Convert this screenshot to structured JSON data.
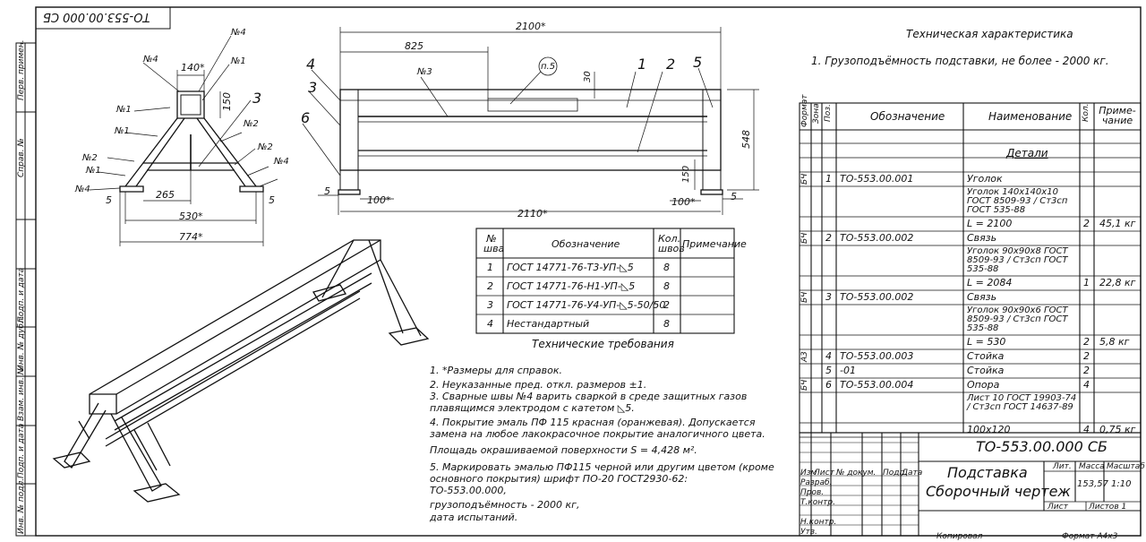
{
  "stamp_code": "ТО-553.00.000 СБ",
  "side_labels": [
    "Перв. примен.",
    "Справ. №",
    "Подп. и дата",
    "Инв. № дубл.",
    "Взам. инв. №",
    "Подп. и дата",
    "Инв. № подл."
  ],
  "front_view": {
    "dims": [
      "140*",
      "150",
      "265",
      "530*",
      "774*",
      "5",
      "5"
    ],
    "weld_marks": [
      "№4",
      "№4",
      "№1",
      "№1",
      "№2",
      "№2",
      "№2",
      "№1",
      "№1",
      "№4",
      "№4"
    ],
    "part_label": "3"
  },
  "side_view": {
    "dims": [
      "2100*",
      "825",
      "30",
      "548",
      "150",
      "100*",
      "100*",
      "2110*",
      "5",
      "5"
    ],
    "parts": [
      "1",
      "2",
      "3",
      "4",
      "5",
      "6"
    ],
    "weld_mark": "№3",
    "note_ref": "п.5"
  },
  "weld_table": {
    "headers": [
      "№ шва",
      "Обозначение",
      "Кол. швов",
      "Примечание"
    ],
    "rows": [
      {
        "n": "1",
        "des": "ГОСТ 14771-76-Т3-УП-◺5",
        "qty": "8",
        "note": ""
      },
      {
        "n": "2",
        "des": "ГОСТ 14771-76-Н1-УП-◺5",
        "qty": "8",
        "note": ""
      },
      {
        "n": "3",
        "des": "ГОСТ 14771-76-У4-УП-◺5-50/50",
        "qty": "2",
        "note": ""
      },
      {
        "n": "4",
        "des": "Нестандартный",
        "qty": "8",
        "note": ""
      }
    ]
  },
  "tech_req": {
    "title": "Технические требования",
    "lines": [
      "1.  *Размеры для справок.",
      "2. Неуказанные пред. откл. размеров ±1.",
      "3. Сварные швы №4 варить сваркой в среде защитных газов",
      "плавящимся электродом с катетом ◺5.",
      "4. Покрытие эмаль ПФ 115 красная (оранжевая). Допускается",
      "замена на любое лакокрасочное покрытие аналогичного цвета.",
      "Площадь окрашиваемой поверхности S = 4,428 м².",
      "5.   Маркировать эмалью ПФ115 черной или другим цветом (кроме",
      "основного покрытия) шрифт ПО-20 ГОСТ2930-62:",
      "ТО-553.00.000,",
      "грузоподъёмность - 2000 кг,",
      "дата испытаний."
    ]
  },
  "tech_char": {
    "title": "Техническая характеристика",
    "line": "1. Грузоподъёмность подставки, не более - 2000 кг."
  },
  "spec": {
    "headers": [
      "Формат",
      "Зона",
      "Поз.",
      "Обозначение",
      "Наименование",
      "Кол.",
      "Приме-чание"
    ],
    "section": "Детали",
    "rows": [
      {
        "fmt": "БЧ",
        "pos": "1",
        "des": "ТО-553.00.001",
        "name": "Уголок",
        "qty": "",
        "note": ""
      },
      {
        "fmt": "",
        "pos": "",
        "des": "",
        "name": "Уголок 140х140х10 ГОСТ 8509-93 / Ст3сп ГОСТ 535-88",
        "qty": "",
        "note": ""
      },
      {
        "fmt": "",
        "pos": "",
        "des": "",
        "name": "L = 2100",
        "qty": "2",
        "note": "45,1 кг"
      },
      {
        "fmt": "БЧ",
        "pos": "2",
        "des": "ТО-553.00.002",
        "name": "Связь",
        "qty": "",
        "note": ""
      },
      {
        "fmt": "",
        "pos": "",
        "des": "",
        "name": "Уголок 90х90х8 ГОСТ 8509-93 / Ст3сп ГОСТ 535-88",
        "qty": "",
        "note": ""
      },
      {
        "fmt": "",
        "pos": "",
        "des": "",
        "name": "L = 2084",
        "qty": "1",
        "note": "22,8 кг"
      },
      {
        "fmt": "БЧ",
        "pos": "3",
        "des": "ТО-553.00.002",
        "name": "Связь",
        "qty": "",
        "note": ""
      },
      {
        "fmt": "",
        "pos": "",
        "des": "",
        "name": "Уголок 90х90х6 ГОСТ 8509-93 / Ст3сп ГОСТ 535-88",
        "qty": "",
        "note": ""
      },
      {
        "fmt": "",
        "pos": "",
        "des": "",
        "name": "L = 530",
        "qty": "2",
        "note": "5,8 кг"
      },
      {
        "fmt": "А3",
        "pos": "4",
        "des": "ТО-553.00.003",
        "name": "Стойка",
        "qty": "2",
        "note": ""
      },
      {
        "fmt": "",
        "pos": "5",
        "des": "-01",
        "name": "Стойка",
        "qty": "2",
        "note": ""
      },
      {
        "fmt": "БЧ",
        "pos": "6",
        "des": "ТО-553.00.004",
        "name": "Опора",
        "qty": "4",
        "note": ""
      },
      {
        "fmt": "",
        "pos": "",
        "des": "",
        "name": "Лист 10 ГОСТ 19903-74 / Ст3сп ГОСТ 14637-89",
        "qty": "",
        "note": ""
      },
      {
        "fmt": "",
        "pos": "",
        "des": "",
        "name": "100х120",
        "qty": "4",
        "note": "0,75 кг"
      }
    ]
  },
  "title_block": {
    "code": "ТО-553.00.000 СБ",
    "name1": "Подставка",
    "name2": "Сборочный чертеж",
    "lit": "Лит.",
    "mass_h": "Масса",
    "scale_h": "Масштаб",
    "mass": "153,57",
    "scale": "1:10",
    "sheet": "Лист",
    "sheets": "Листов  1",
    "cols": [
      "Изм",
      "Лист",
      "№ докум.",
      "Подп.",
      "Дата"
    ],
    "roles": [
      "Разраб.",
      "Пров.",
      "Т.контр.",
      "Н.контр.",
      "Утв."
    ],
    "copied": "Копировал",
    "format": "Формат     А4х3"
  }
}
